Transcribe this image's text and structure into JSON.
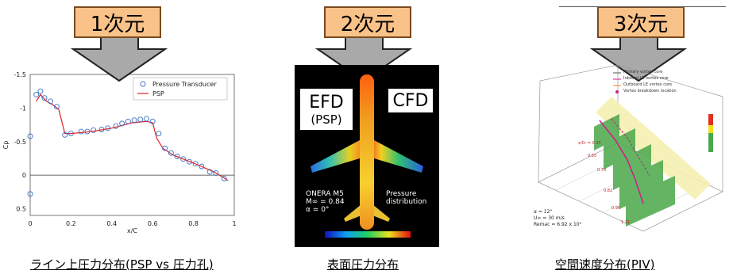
{
  "panels": [
    {
      "badge": "1次元",
      "caption": "ライン上圧力分布(PSP vs 圧力孔)"
    },
    {
      "badge": "2次元",
      "caption": "表面圧力分布"
    },
    {
      "badge": "3次元",
      "caption": "空間速度分布(PIV)"
    }
  ],
  "plot1": {
    "legend": [
      "Pressure Transducer",
      "PSP"
    ],
    "ylabel": "Cp",
    "xlabel": "x/C",
    "yticks": [
      "-1.5",
      "-1",
      "-0.5",
      "0",
      "0.5"
    ],
    "xticks": [
      "0",
      "0.2",
      "0.4",
      "0.6",
      "0.8",
      "1"
    ]
  },
  "chart_data": {
    "type": "scatter",
    "xlabel": "x/C",
    "ylabel": "Cp",
    "xlim": [
      0,
      1
    ],
    "ylim": [
      0.6,
      -1.5
    ],
    "series": [
      {
        "name": "Pressure Transducer",
        "marker": "circle-open",
        "color": "#3a6fc4",
        "x": [
          0,
          0,
          0.03,
          0.05,
          0.07,
          0.1,
          0.13,
          0.17,
          0.2,
          0.25,
          0.28,
          0.31,
          0.35,
          0.38,
          0.42,
          0.45,
          0.48,
          0.51,
          0.54,
          0.57,
          0.6,
          0.63,
          0.66,
          0.69,
          0.72,
          0.75,
          0.78,
          0.81,
          0.84,
          0.88,
          0.91,
          0.95
        ],
        "y": [
          0.28,
          -0.58,
          -1.2,
          -1.25,
          -1.15,
          -1.1,
          -1.02,
          -0.6,
          -0.62,
          -0.65,
          -0.65,
          -0.67,
          -0.68,
          -0.7,
          -0.73,
          -0.77,
          -0.8,
          -0.82,
          -0.83,
          -0.84,
          -0.8,
          -0.62,
          -0.4,
          -0.33,
          -0.28,
          -0.24,
          -0.2,
          -0.17,
          -0.13,
          -0.05,
          -0.03,
          0.05
        ]
      },
      {
        "name": "PSP",
        "color": "#e02020",
        "x": [
          0.03,
          0.05,
          0.08,
          0.11,
          0.14,
          0.17,
          0.2,
          0.3,
          0.4,
          0.5,
          0.57,
          0.6,
          0.62,
          0.65,
          0.7,
          0.8,
          0.9,
          0.97
        ],
        "y": [
          -1.1,
          -1.2,
          -1.1,
          -1.05,
          -0.98,
          -0.62,
          -0.62,
          -0.65,
          -0.7,
          -0.78,
          -0.8,
          -0.78,
          -0.55,
          -0.4,
          -0.3,
          -0.18,
          -0.05,
          0.08
        ]
      }
    ]
  },
  "aircraft": {
    "left_label": "EFD",
    "left_sub": "(PSP)",
    "right_label": "CFD",
    "model": "ONERA M5",
    "mach": "M∞ = 0.84",
    "alpha": "α = 0°",
    "right_caption_1": "Pressure",
    "right_caption_2": "distribution"
  },
  "piv": {
    "legend": [
      "Primary vortex core",
      "Inboard LE vortex core",
      "Outboard LE vortex core",
      "Vortex breakdown location"
    ],
    "params": [
      "α = 12°",
      "U∞ = 30 m/s",
      "Remac = 6.92 x 10⁵"
    ],
    "station_labels": [
      "x/Cr = 0.45",
      "0.55",
      "0.70",
      "0.82",
      "0.96",
      "1.11"
    ],
    "colors": {
      "vortex": "#d11a8c",
      "sheet": "#f4f0b0"
    }
  }
}
